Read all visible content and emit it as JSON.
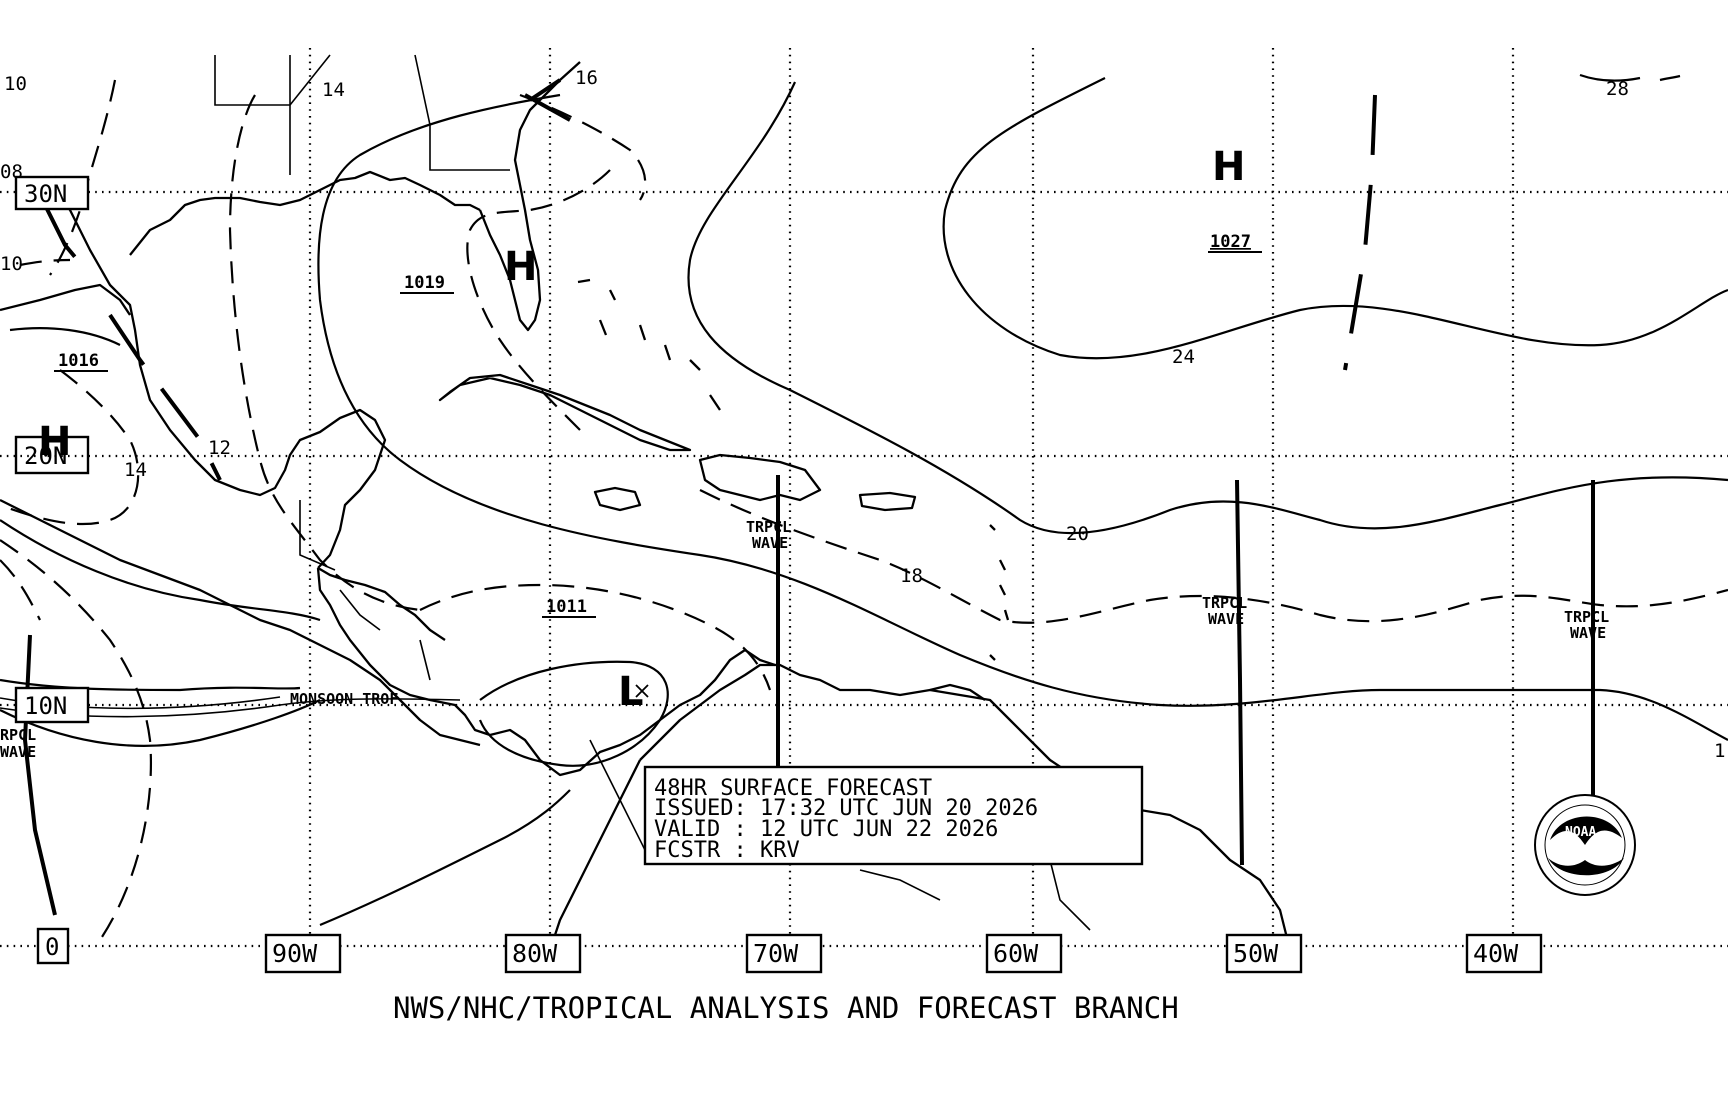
{
  "footer": "NWS/NHC/TROPICAL ANALYSIS AND FORECAST BRANCH",
  "info_box": {
    "line1": "48HR SURFACE FORECAST",
    "line2": "ISSUED: 17:32 UTC JUN 20 2026",
    "line3": "VALID : 12 UTC JUN 22 2026",
    "line4": "FCSTR : KRV"
  },
  "longitude_labels": [
    "90W",
    "80W",
    "70W",
    "60W",
    "50W",
    "40W"
  ],
  "latitude_labels": [
    "30N",
    "20N",
    "10N",
    "0"
  ],
  "pressure_centers": [
    {
      "symbol": "H",
      "value": "1027"
    },
    {
      "symbol": "H",
      "value": "1019"
    },
    {
      "symbol": "H",
      "value": "1016"
    },
    {
      "symbol": "L",
      "value": "1011"
    }
  ],
  "isobar_labels": [
    "10",
    "08",
    "10",
    "14",
    "16",
    "12",
    "14",
    "24",
    "20",
    "18",
    "28",
    "1"
  ],
  "features": {
    "monsoon_trof": "MONSOON TROF",
    "wave_label_line1": "TRPCL",
    "wave_label_line2": "WAVE",
    "wave_left_line1": "RPCL",
    "wave_left_line2": "WAVE"
  },
  "logo_text": "NOAA"
}
